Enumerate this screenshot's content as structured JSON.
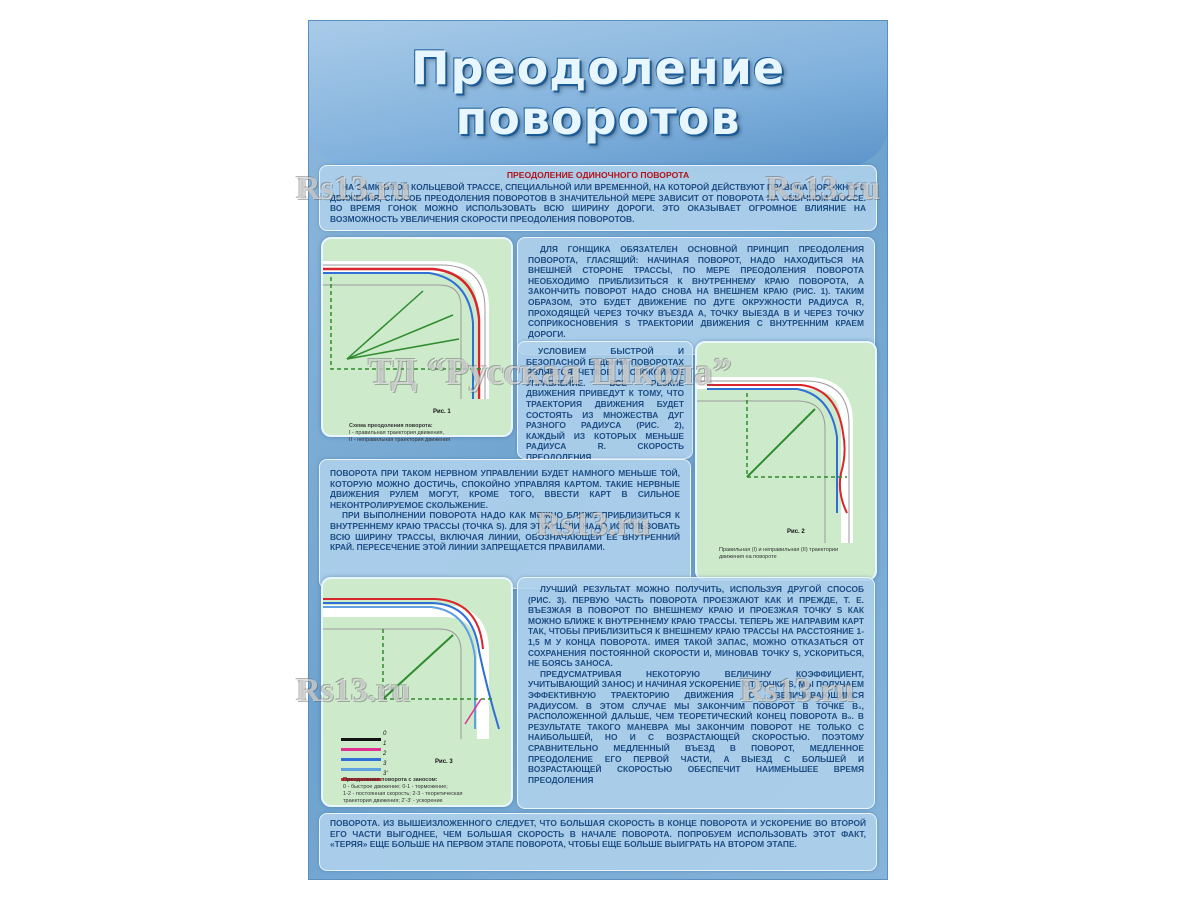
{
  "title": {
    "line1": "Преодоление",
    "line2": "поворотов"
  },
  "intro": {
    "heading": "Преодоление одиночного поворота",
    "text": "На замкнутой кольцевой трассе, специальной или временной, на которой действуют правила дорожного движения, способ преодоления поворотов в значительной мере зависит от поворота на обычном шоссе. Во время гонок можно использовать всю ширину дороги. Это оказывает огромное влияние на возможность увеличения скорости преодоления поворотов."
  },
  "block2": {
    "text": "Для гонщика обязателен основной принцип преодоления поворота, гласящий: начиная поворот, надо находиться на внешней стороне трассы, по мере преодоления поворота необходимо приблизиться к внутреннему краю поворота, а закончить поворот надо снова на внешнем краю (рис. 1). Таким образом, это будет движение по дуге окружности радиуса r, проходящей через точку въезда a, точку выезда b и через точку соприкосновения S траектории движения с внутренним краем дороги."
  },
  "block3": {
    "text": "Условием быстрой и безопасной езды на поворотах является четкое и спокойное управление. Все резкие движения приведут к тому, что траектория движения будет состоять из множества дуг разного радиуса (рис. 2), каждый из которых меньше радиуса r. Скорость преодоления"
  },
  "block4": {
    "p1": "поворота при таком нервном управлении будет намного меньше той, которую можно достичь, спокойно управляя картом. Такие нервные движения рулем могут, кроме того, ввести карт в сильное неконтролируемое скольжение.",
    "p2": "При выполнении поворота надо как можно ближе приблизиться к внутреннему краю трассы (точка S). Для этой цели надо использовать всю ширину трассы, включая линии, обозначающей ее внутренний край. Пересечение этой линии запрещается правилами."
  },
  "block5": {
    "p1": "Лучший результат можно получить, используя другой способ (рис. 3). Первую часть поворота проезжают как и прежде, т. е. въезжая в поворот по внешнему краю и проезжая точку S как можно ближе к внутреннему краю трассы. Теперь же направим карт так, чтобы приблизиться к внешнему краю трассы на расстояние 1-1,5 м у конца поворота. Имея такой запас, можно отказаться от сохранения постоянной скорости и, миновав точку S, ускориться, не боясь заноса.",
    "p2": "Предусматривая некоторую величину коэффициент, учитывающий занос) и начиная ускорение от точки S, мы получаем эффективную траекторию движения с увеличивающимся радиусом. В этом случае мы закончим поворот в точке b₁, расположенной дальше, чем теоретический конец поворота b₀. В результате такого маневра мы закончим поворот не только с наибольшей, но и с возрастающей скоростью. Поэтому сравнительно медленный въезд в поворот, медленное преодоление его первой части, а выезд с большей и возрастающей скоростью обеспечит наименьшее время преодоления"
  },
  "block6": {
    "text": "поворота. Из вышеизложенного следует, что большая скорость в конце поворота и ускорение во второй его части выгоднее, чем большая скорость в начале поворота. Попробуем использовать этот факт, «теряя» еще больше на первом этапе поворота, чтобы еще больше выиграть на втором этапе."
  },
  "fig1": {
    "label": "Рис. 1",
    "caption_title": "Схема преодоления поворота:",
    "caption_lines": [
      "I - правильная траектория движения,",
      "II - неправильная траектория движения"
    ]
  },
  "fig2": {
    "label": "Рис. 2",
    "caption": "Правильная (I) и неправильная (II) траектории движения на повороте"
  },
  "fig3": {
    "label": "Рис. 3",
    "caption_title": "Преодоление поворота с заносом:",
    "caption_lines": [
      "0 - быстрое движение; 0-1 - торможение;",
      "1-2 - постоянная скорость; 2-3 - теоретическая",
      "траектория движения; 2'-3' - ускорение"
    ],
    "legend": [
      "0",
      "1",
      "2",
      "3",
      "3'"
    ]
  },
  "watermarks": {
    "site": "Rs13.ru",
    "company": "ТД “Русская Школа”"
  },
  "colors": {
    "red": "#d8262c",
    "blue": "#2f6fd6",
    "green": "#2e8b2e",
    "figbg": "#cdeacb",
    "text": "#1d4d84"
  }
}
